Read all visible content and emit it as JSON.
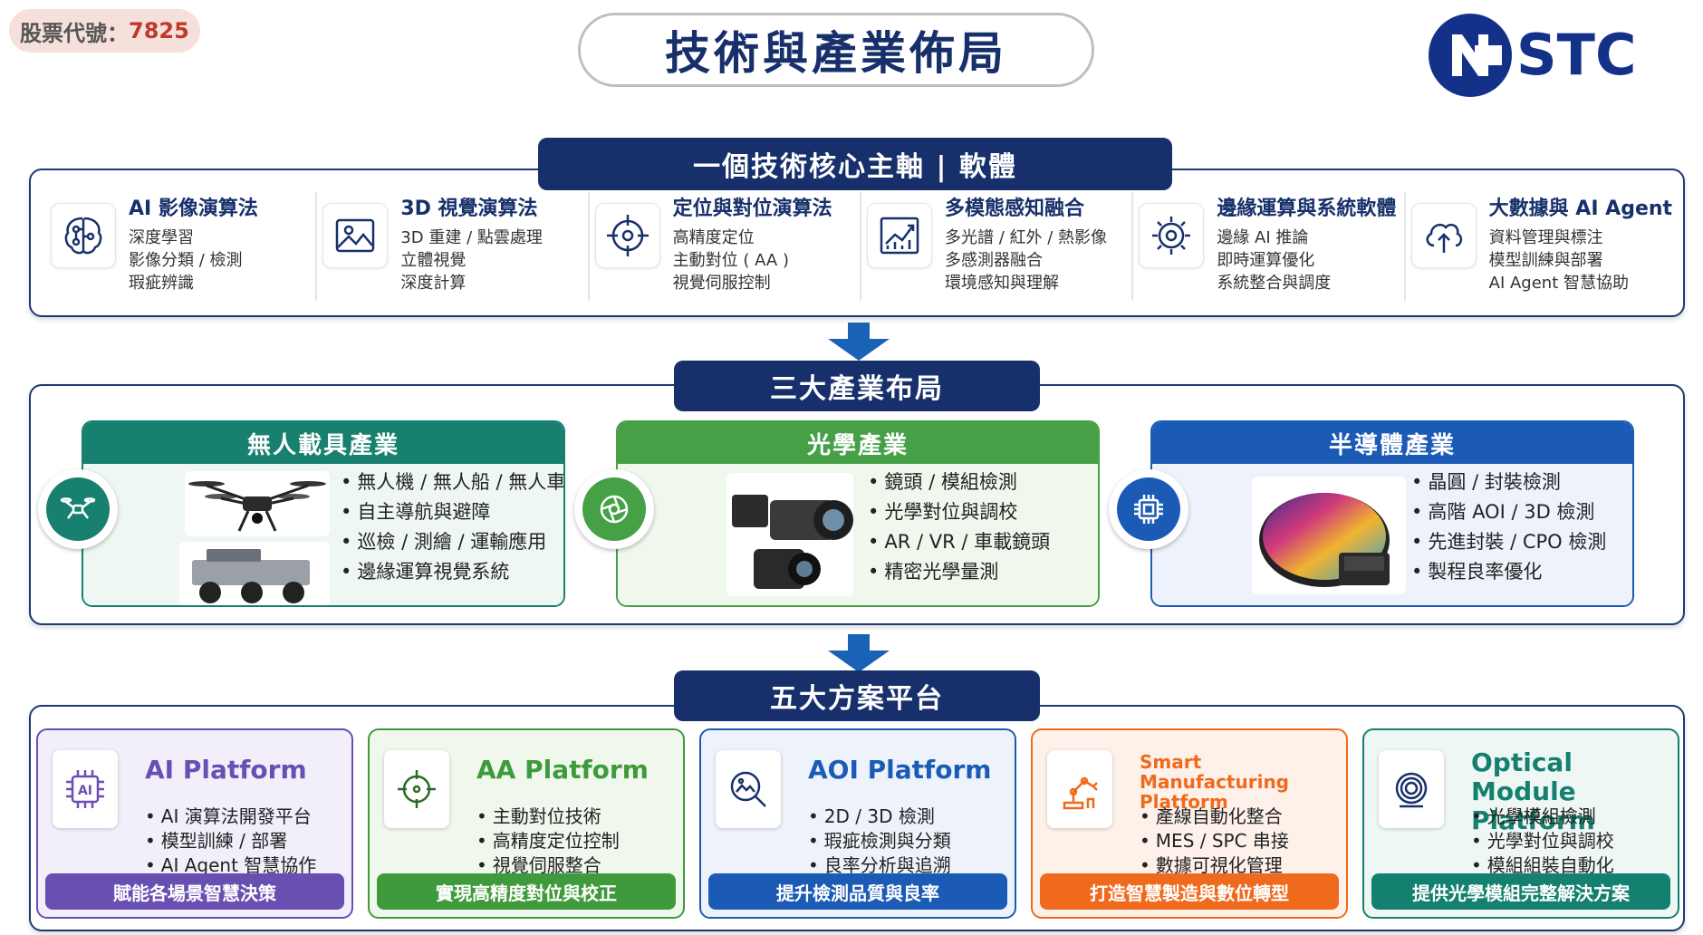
{
  "ticker": {
    "label": "股票代號：",
    "code": "7825"
  },
  "title": "技術與產業佈局",
  "logo": {
    "text": "NSTC",
    "color": "#14318a"
  },
  "core": {
    "tab": "一個技術核心主軸 | 軟體",
    "items": [
      {
        "icon": "brain-icon",
        "title": "AI 影像演算法",
        "lines": [
          "深度學習",
          "影像分類 / 檢測",
          "瑕疵辨識"
        ]
      },
      {
        "icon": "image-icon",
        "title": "3D 視覺演算法",
        "lines": [
          "3D 重建 / 點雲處理",
          "立體視覺",
          "深度計算"
        ]
      },
      {
        "icon": "crosshair-icon",
        "title": "定位與對位演算法",
        "lines": [
          "高精度定位",
          "主動對位 ( AA )",
          "視覺伺服控制"
        ]
      },
      {
        "icon": "chart-icon",
        "title": "多模態感知融合",
        "lines": [
          "多光譜 / 紅外 / 熱影像",
          "多感測器融合",
          "環境感知與理解"
        ]
      },
      {
        "icon": "gear-icon",
        "title": "邊緣運算與系統軟體",
        "lines": [
          "邊緣 AI 推論",
          "即時運算優化",
          "系統整合與調度"
        ]
      },
      {
        "icon": "cloud-upload-icon",
        "title": "大數據與 AI Agent",
        "lines": [
          "資料管理與標注",
          "模型訓練與部署",
          "AI Agent 智慧協助"
        ]
      }
    ]
  },
  "industry": {
    "tab": "三大產業布局",
    "cards": [
      {
        "title": "無人載具產業",
        "color": "#17806f",
        "bg": "#eef7f4",
        "icon": "drone-icon",
        "bullets": [
          "無人機 / 無人船 / 無人車",
          "自主導航與避障",
          "巡檢 / 測繪 / 運輸應用",
          "邊緣運算視覺系統"
        ]
      },
      {
        "title": "光學產業",
        "color": "#45a046",
        "bg": "#f0f8ee",
        "icon": "lens-aperture-icon",
        "bullets": [
          "鏡頭 / 模組檢測",
          "光學對位與調校",
          "AR / VR / 車載鏡頭",
          "精密光學量測"
        ]
      },
      {
        "title": "半導體產業",
        "color": "#1c5bb5",
        "bg": "#eef3fb",
        "icon": "chip-icon",
        "bullets": [
          "晶圓 / 封裝檢測",
          "高階 AOI / 3D 檢測",
          "先進封裝 / CPO 檢測",
          "製程良率優化"
        ]
      }
    ]
  },
  "platforms": {
    "tab": "五大方案平台",
    "items": [
      {
        "title": "AI Platform",
        "color": "#6a4fb3",
        "bg": "#f2eefa",
        "icon": "ai-chip-icon",
        "bullets": [
          "AI 演算法開發平台",
          "模型訓練 / 部署",
          "AI Agent 智慧協作"
        ],
        "footer": "賦能各場景智慧決策"
      },
      {
        "title": "AA Platform",
        "color": "#3f9a3c",
        "bg": "#f0f8ee",
        "icon": "crosshair-icon",
        "bullets": [
          "主動對位技術",
          "高精度定位控制",
          "視覺伺服整合"
        ],
        "footer": "實現高精度對位與校正"
      },
      {
        "title": "AOI Platform",
        "color": "#1c5bb5",
        "bg": "#eef3fb",
        "icon": "image-search-icon",
        "bullets": [
          "2D / 3D 檢測",
          "瑕疵檢測與分類",
          "良率分析與追溯"
        ],
        "footer": "提升檢測品質與良率"
      },
      {
        "title": "Smart Manufacturing Platform",
        "color": "#f06a1e",
        "bg": "#fdf1ea",
        "icon": "robot-arm-icon",
        "bullets": [
          "產線自動化整合",
          "MES / SPC 串接",
          "數據可視化管理"
        ],
        "footer": "打造智慧製造與數位轉型"
      },
      {
        "title": "Optical Module Platform",
        "color": "#14806f",
        "bg": "#eef7f4",
        "icon": "optical-rings-icon",
        "bullets": [
          "光學模組檢測",
          "光學對位與調校",
          "模組組裝自動化"
        ],
        "footer": "提供光學模組完整解決方案"
      }
    ]
  }
}
